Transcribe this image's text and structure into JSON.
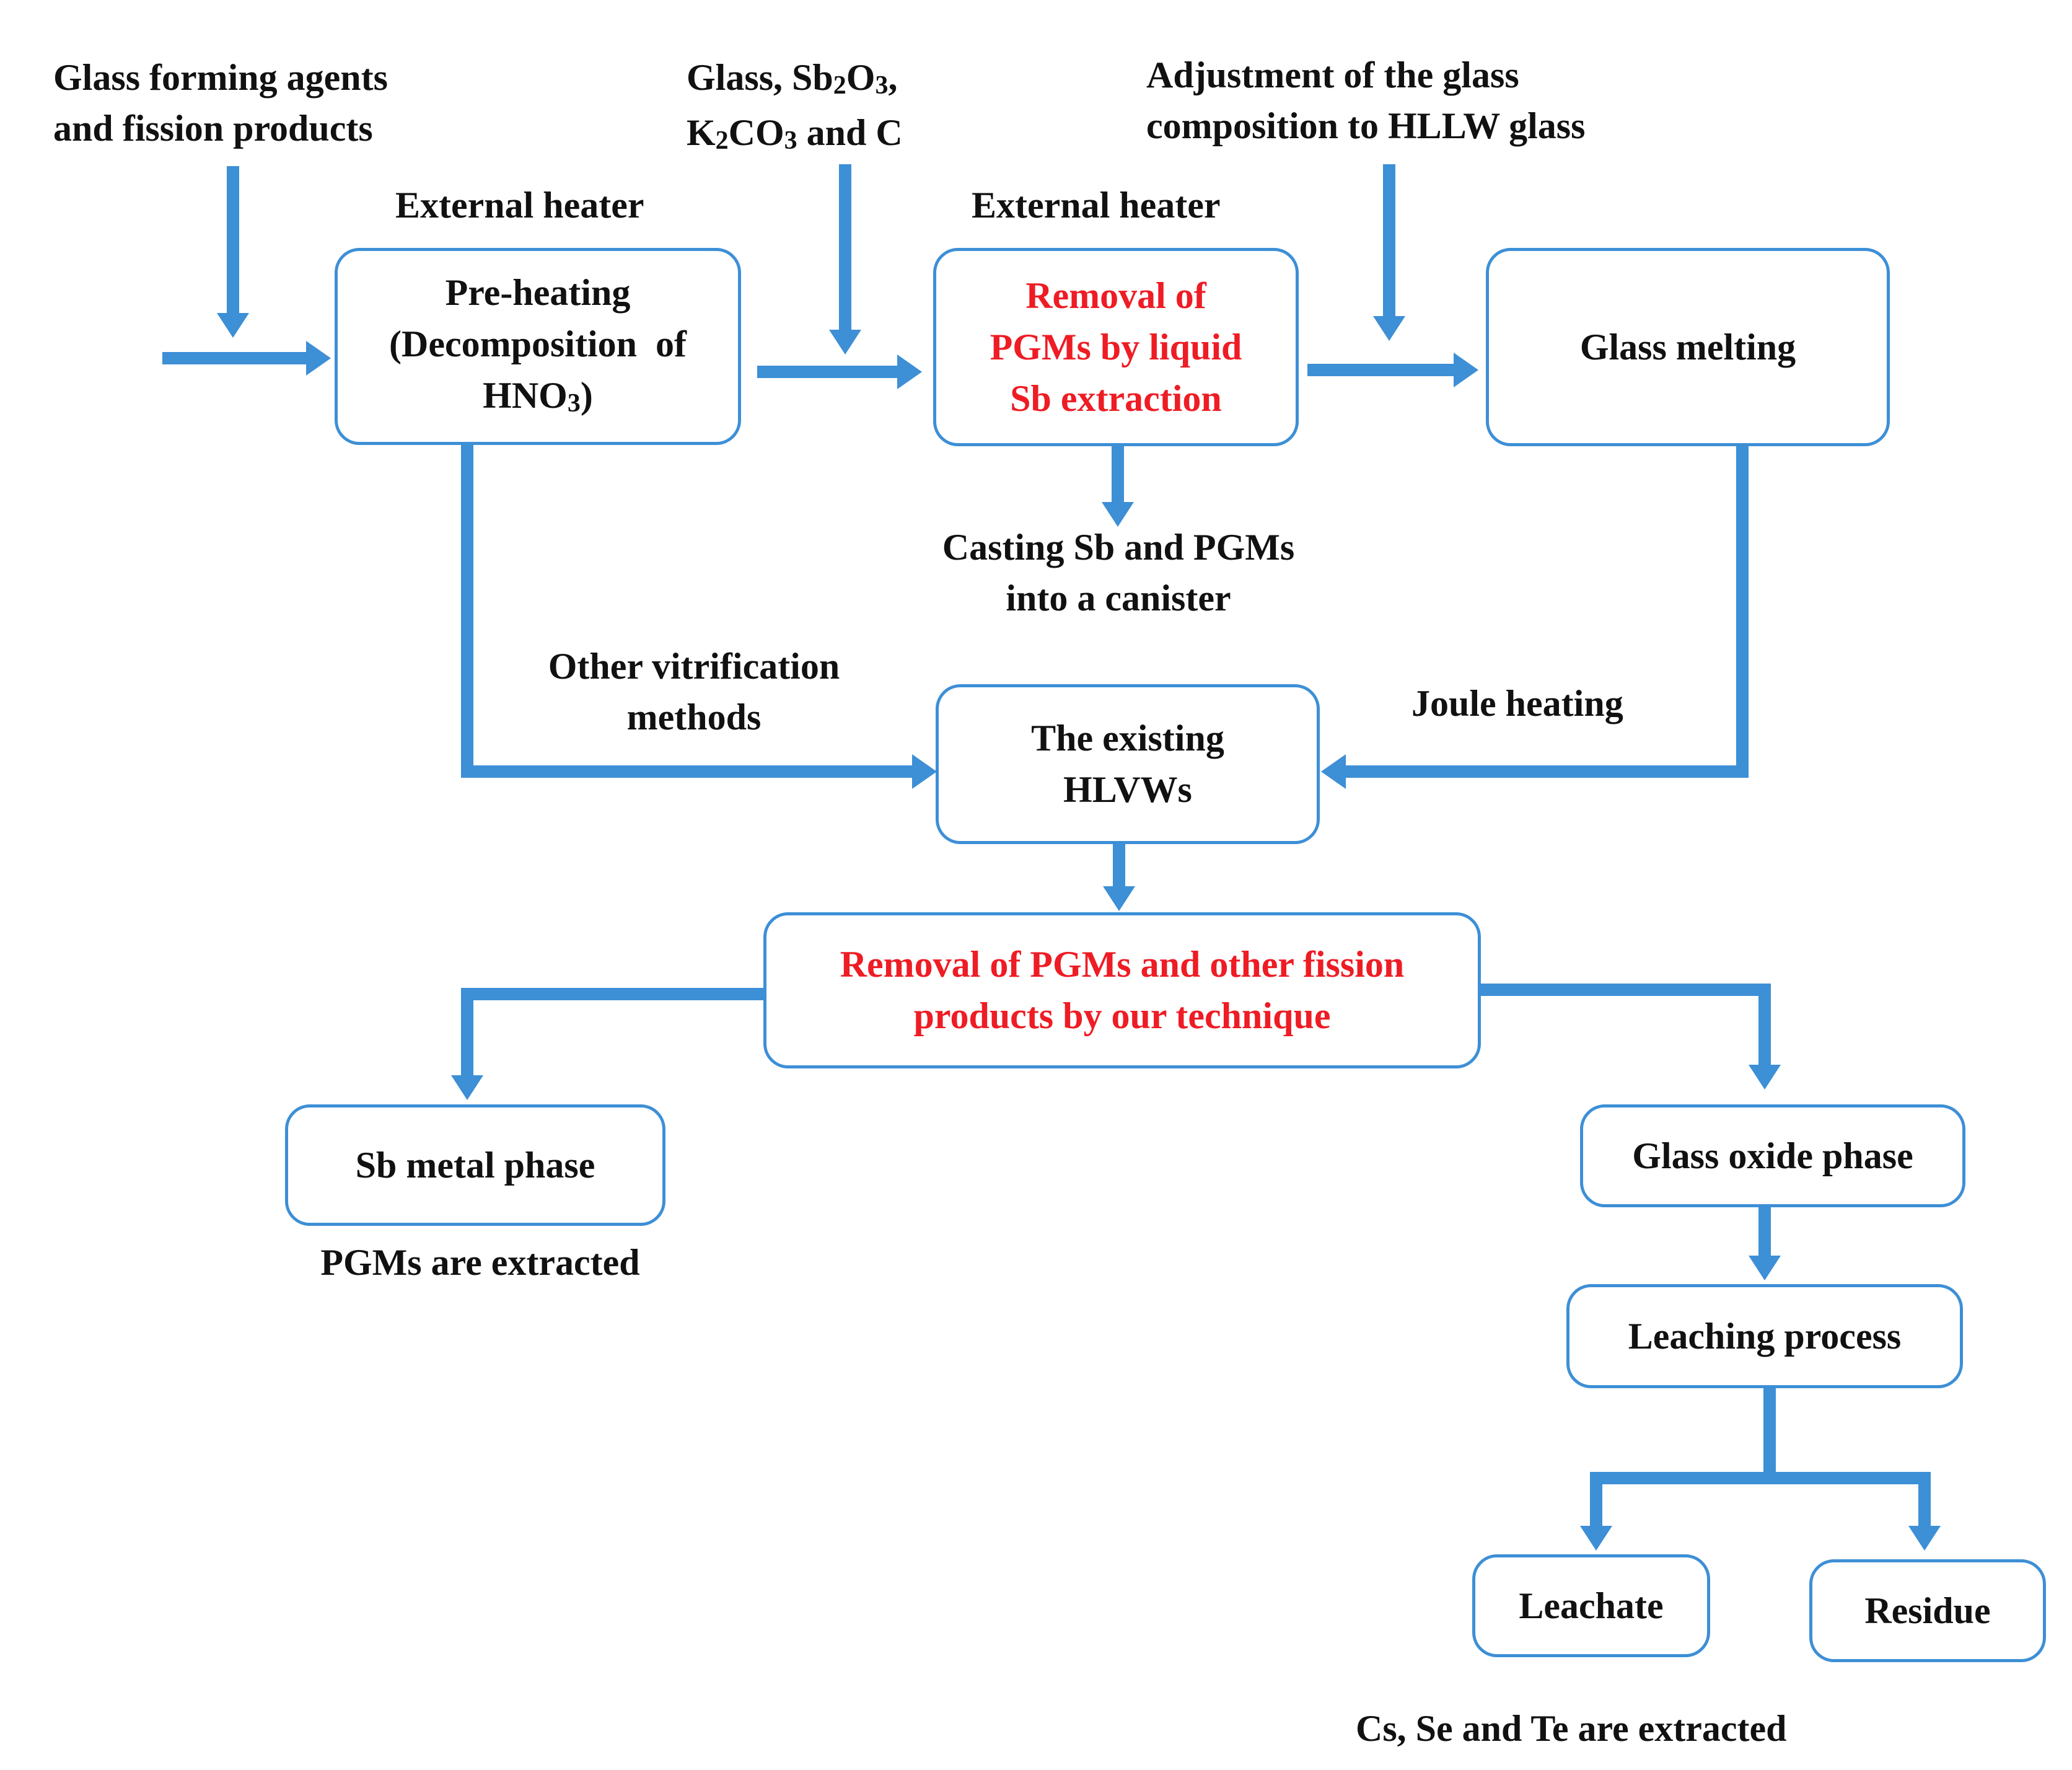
{
  "inputs": {
    "glass_forming": "Glass forming agents\nand fission products",
    "sb_reagents": "Glass, Sb2O3,\nK2CO3 and C",
    "adjustment": "Adjustment of the  glass\ncomposition to HLLW glass"
  },
  "labels": {
    "external_heater_1": "External heater",
    "external_heater_2": "External heater",
    "casting": "Casting Sb and PGMs\ninto a canister",
    "other_vitrification": "Other vitrification\nmethods",
    "joule_heating": "Joule heating",
    "pgms_extracted": "PGMs are extracted",
    "cs_se_te_extracted": "Cs, Se and Te are extracted"
  },
  "boxes": {
    "preheating": "Pre-heating\n(Decomposition  of\nHNO3)",
    "removal_sb": "Removal of\nPGMs by liquid\nSb extraction",
    "glass_melting": "Glass melting",
    "existing_hlvws": "The existing\nHLVWs",
    "removal_technique": "Removal of PGMs and other fission\nproducts by our  technique",
    "sb_metal_phase": "Sb metal phase",
    "glass_oxide_phase": "Glass oxide phase",
    "leaching_process": "Leaching process",
    "leachate": "Leachate",
    "residue": "Residue"
  },
  "colors": {
    "arrow": "#3d8fd6",
    "box_border": "#3d8fd6",
    "highlight_text": "#ee1c24",
    "text": "#111111"
  }
}
